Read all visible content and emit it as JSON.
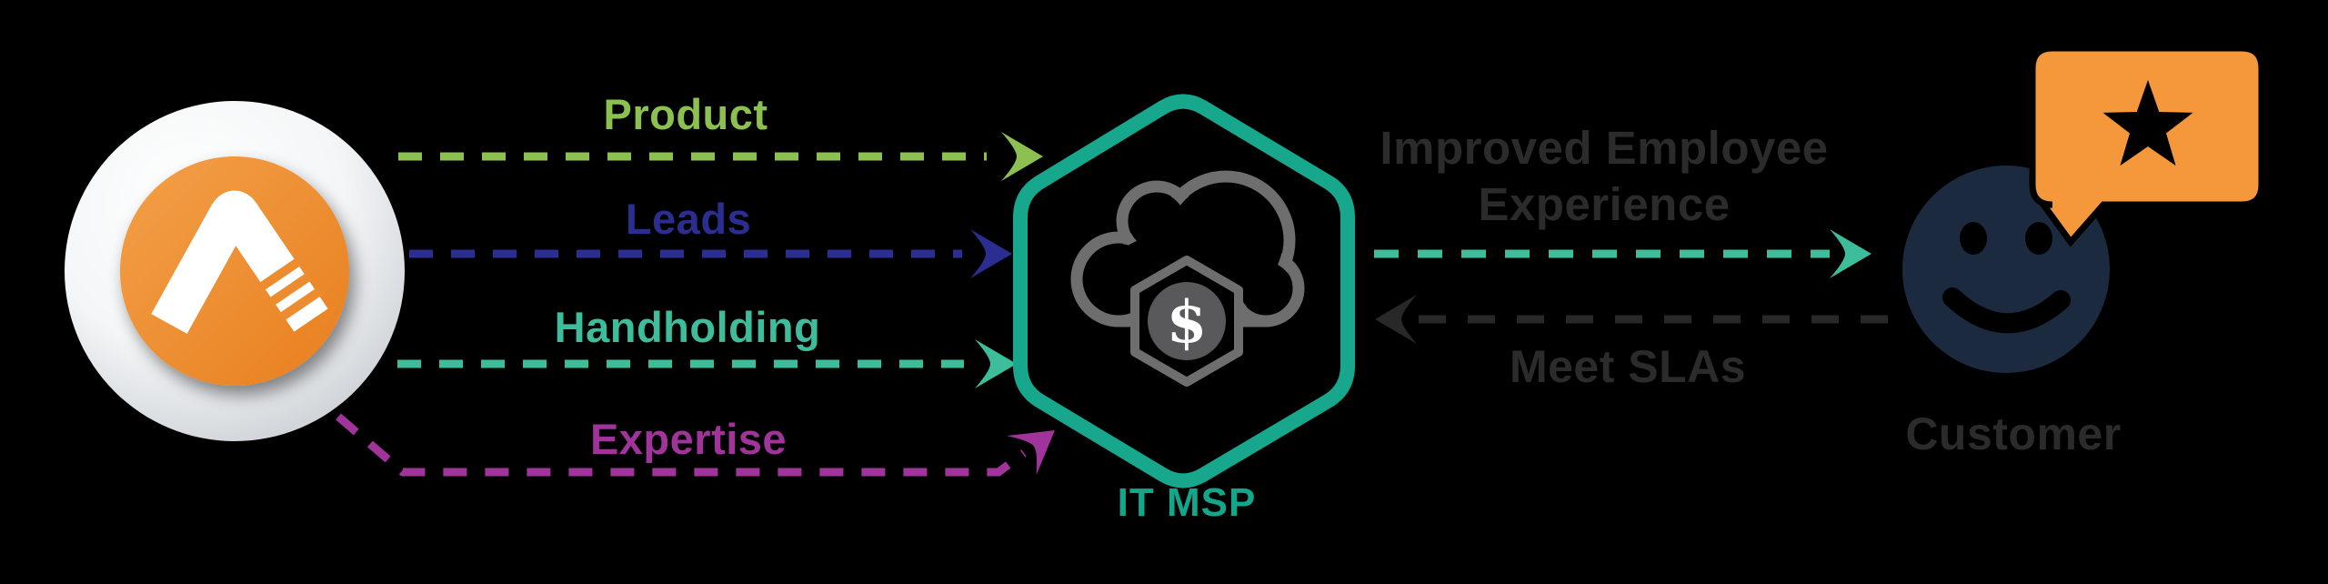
{
  "diagram_title": "Vendor to IT MSP to Customer value flow",
  "vendor": {
    "icon": "vendor-logo-a-mark"
  },
  "flows_vendor_to_msp": {
    "product": {
      "label": "Product"
    },
    "leads": {
      "label": "Leads"
    },
    "handholding": {
      "label": "Handholding"
    },
    "expertise": {
      "label": "Expertise"
    }
  },
  "msp": {
    "label": "IT MSP",
    "currency_symbol": "$",
    "icon": "cloud-with-dollar-badge"
  },
  "flows_msp_customer": {
    "to_customer": {
      "label_line1": "Improved Employee",
      "label_line2": "Experience"
    },
    "to_msp": {
      "label": "Meet SLAs"
    }
  },
  "customer": {
    "label": "Customer",
    "icon": "smiley-face-with-star-review-bubble"
  },
  "colors": {
    "bg": "#000000",
    "green": "#8CC152",
    "navy": "#2B2E90",
    "teal": "#3EBD9B",
    "purple": "#A1349B",
    "hex-teal": "#17A78C",
    "msp-text": "#12A78B",
    "dark-text": "#2B2B2B",
    "dark-arrow": "#282828",
    "cloud-gray": "#6E6E6E",
    "badge-gray": "#59595B",
    "face-navy": "#1C2A3F",
    "bubble-orange": "#F4983B",
    "logo-orange": "#ED8C2F",
    "white": "#FFFFFF"
  }
}
